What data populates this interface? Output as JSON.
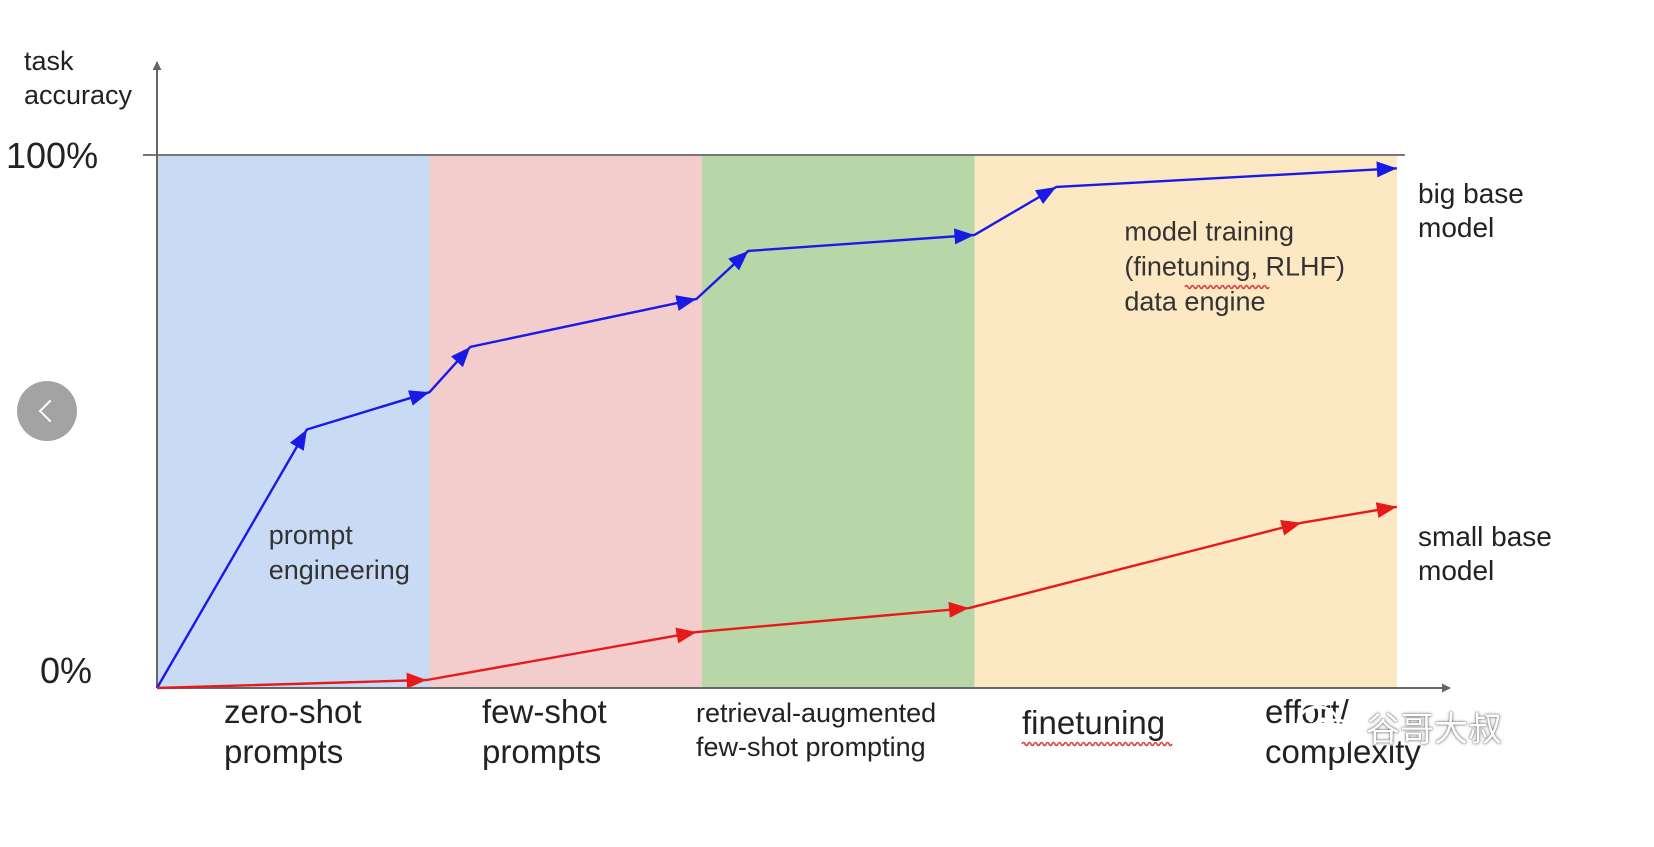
{
  "chart_data": {
    "type": "line",
    "y_axis_label": [
      "task",
      "accuracy"
    ],
    "y_tick_labels": {
      "top": "100%",
      "bottom": "0%"
    },
    "ylim": [
      0,
      100
    ],
    "x_stage_count": 4.55,
    "regions": [
      {
        "label": [
          "zero-shot",
          "prompts"
        ],
        "start": 0,
        "end": 1,
        "color": "#c9daf5"
      },
      {
        "label": [
          "few-shot",
          "prompts"
        ],
        "start": 1,
        "end": 2,
        "color": "#f3cccc"
      },
      {
        "label": [
          "retrieval-augmented",
          "few-shot prompting"
        ],
        "start": 2,
        "end": 3,
        "color": "#b7d7a8"
      },
      {
        "label": [
          "finetuning"
        ],
        "start": 3,
        "end": 4.55,
        "color": "#fde8c4"
      }
    ],
    "x_axis_end_label": [
      "effort/",
      "complexity"
    ],
    "annotations": [
      {
        "text": [
          "prompt",
          "engineering"
        ],
        "x": 0.41,
        "y": 27
      },
      {
        "text": [
          "model training",
          "(finetuning, RLHF)",
          "data engine"
        ],
        "x": 3.55,
        "y": 84
      }
    ],
    "series": [
      {
        "name": [
          "big base",
          "model"
        ],
        "color": "#1a1ae6",
        "x": [
          0,
          0.55,
          1.0,
          1.15,
          1.98,
          2.17,
          3.0,
          3.3,
          4.55
        ],
        "y": [
          0,
          48.5,
          55.5,
          64,
          73,
          82,
          85,
          94,
          97.5
        ]
      },
      {
        "name": [
          "small base",
          "model"
        ],
        "color": "#e61a1a",
        "x": [
          0,
          0.99,
          1.98,
          2.98,
          4.2,
          4.55
        ],
        "y": [
          0,
          1.5,
          10.5,
          15,
          31,
          34
        ]
      }
    ]
  },
  "watermark": {
    "text": "谷哥大叔",
    "icon": "wechat-icon"
  },
  "nav": {
    "back_icon": "chevron-left-icon"
  }
}
